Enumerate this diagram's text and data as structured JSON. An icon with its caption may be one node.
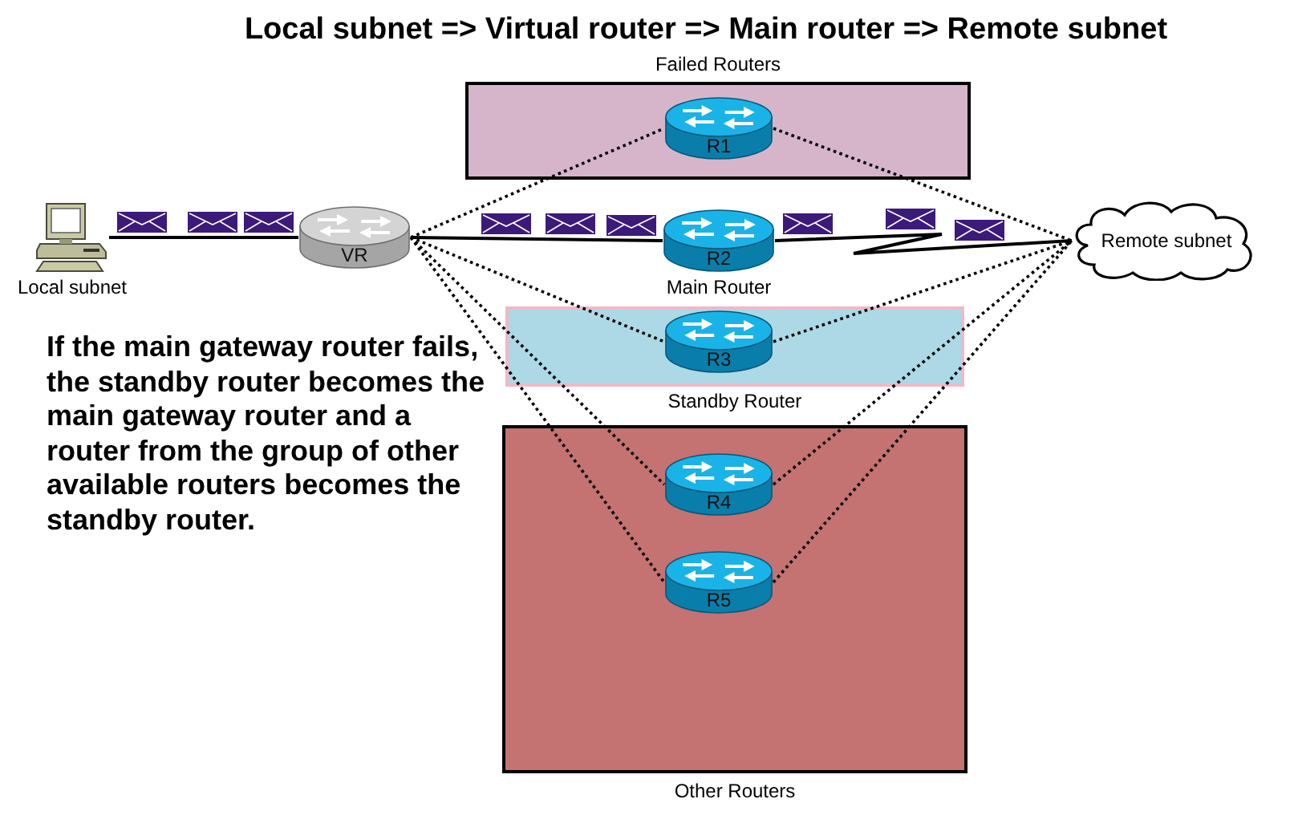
{
  "diagram": {
    "title": "Local subnet => Virtual router => Main router => Remote subnet",
    "nodes": [
      {
        "text": [],
        "shape": "picture",
        "beside": [
          "Local subnet"
        ]
      },
      {
        "text": [
          "VR"
        ]
      },
      {
        "text": [
          "Failed Routers"
        ]
      },
      {
        "text": [
          "R1"
        ],
        "in": 2
      },
      {
        "text": [
          "R2"
        ],
        "beside": [
          "Main Router"
        ]
      },
      {
        "text": [
          "Standby Router"
        ]
      },
      {
        "text": [
          "R3"
        ],
        "in": 5
      },
      {
        "text": [
          "Other Routers"
        ]
      },
      {
        "text": [
          "R4"
        ],
        "in": 7
      },
      {
        "text": [
          "R5"
        ],
        "in": 7
      },
      {
        "text": [
          "Remote subnet"
        ]
      }
    ],
    "edges": [
      {
        "from": 0,
        "to": 1,
        "arrow": "none"
      },
      {
        "from": 1,
        "to": 4,
        "arrow": "none"
      },
      {
        "from": 4,
        "to": 10,
        "arrow": "none"
      },
      {
        "from": 1,
        "to": 3,
        "arrow": "none",
        "style": "dashed"
      },
      {
        "from": 3,
        "to": 10,
        "arrow": "none",
        "style": "dashed"
      },
      {
        "from": 1,
        "to": 6,
        "arrow": "none",
        "style": "dashed"
      },
      {
        "from": 6,
        "to": 10,
        "arrow": "none",
        "style": "dashed"
      },
      {
        "from": 1,
        "to": 8,
        "arrow": "none",
        "style": "dashed"
      },
      {
        "from": 8,
        "to": 10,
        "arrow": "none",
        "style": "dashed"
      },
      {
        "from": 1,
        "to": 9,
        "arrow": "none",
        "style": "dashed"
      },
      {
        "from": 9,
        "to": 10,
        "arrow": "none",
        "style": "dashed"
      }
    ],
    "labels": [
      "If the main gateway router fails, the standby router becomes the main gateway router and a router from the group of other available routers becomes the standby router."
    ]
  }
}
